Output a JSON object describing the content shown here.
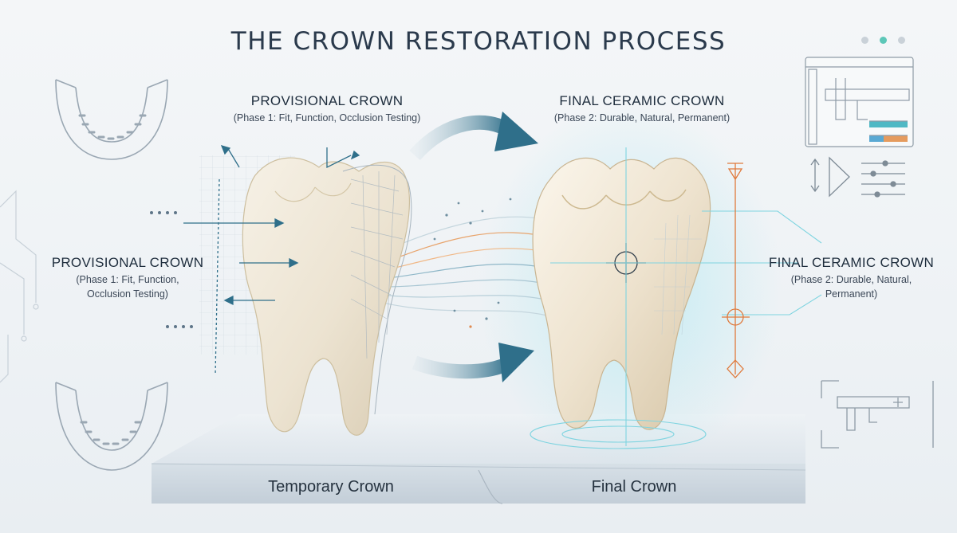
{
  "title": "THE CROWN RESTORATION PROCESS",
  "top_left_label": {
    "heading": "PROVISIONAL CROWN",
    "sub": "(Phase 1: Fit, Function, Occlusion Testing)"
  },
  "top_right_label": {
    "heading": "FINAL CERAMIC CROWN",
    "sub": "(Phase 2: Durable, Natural, Permanent)"
  },
  "side_left_label": {
    "heading": "PROVISIONAL CROWN",
    "sub_line1": "(Phase 1: Fit, Function,",
    "sub_line2": "Occlusion Testing)"
  },
  "side_right_label": {
    "heading": "FINAL CERAMIC CROWN",
    "sub_line1": "(Phase 2: Durable, Natural,",
    "sub_line2": "Permanent)"
  },
  "platform": {
    "left": "Temporary Crown",
    "right": "Final Crown"
  },
  "colors": {
    "accent_teal": "#2fa8b5",
    "arrow_blue": "#2f6f8a",
    "measure_orange": "#e07a3c",
    "line_gray": "#9aa7b3",
    "window_dot_gray": "#c9d1d8",
    "window_dot_teal": "#5cc7b8"
  },
  "icons": [
    "jaw-upper-icon",
    "jaw-lower-icon",
    "caliper-window-icon",
    "caliper-icon",
    "crosshair-icon",
    "flow-arrow-icon"
  ]
}
